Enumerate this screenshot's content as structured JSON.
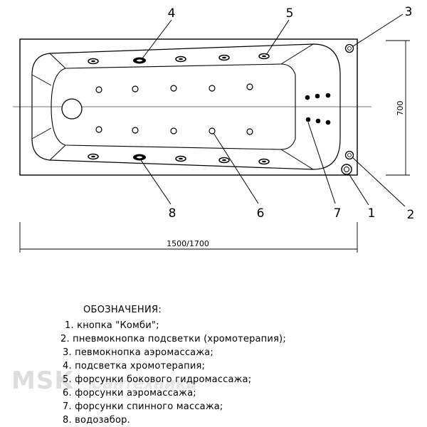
{
  "callouts": {
    "c1": "1",
    "c2": "2",
    "c3": "3",
    "c4": "4",
    "c5": "5",
    "c6": "6",
    "c7": "7",
    "c8": "8"
  },
  "dimensions": {
    "width": "700",
    "length": "1500/1700"
  },
  "legend": {
    "title": "ОБОЗНАЧЕНИЯ:",
    "items": [
      "1.  кнопка \"Комби\";",
      "2. пневмокнопка подсветки (хромотерапия);",
      "3. певмокнопка аэромассажа;",
      "4. подсветка хромотерапия;",
      "5. форсунки бокового гидромассажа;",
      "6. форсунки аэромассажа;",
      "7. форсунки спинного массажа;",
      "8. водозабор."
    ]
  },
  "watermark": {
    "text": "MSK",
    "sub": "Сантехника"
  }
}
